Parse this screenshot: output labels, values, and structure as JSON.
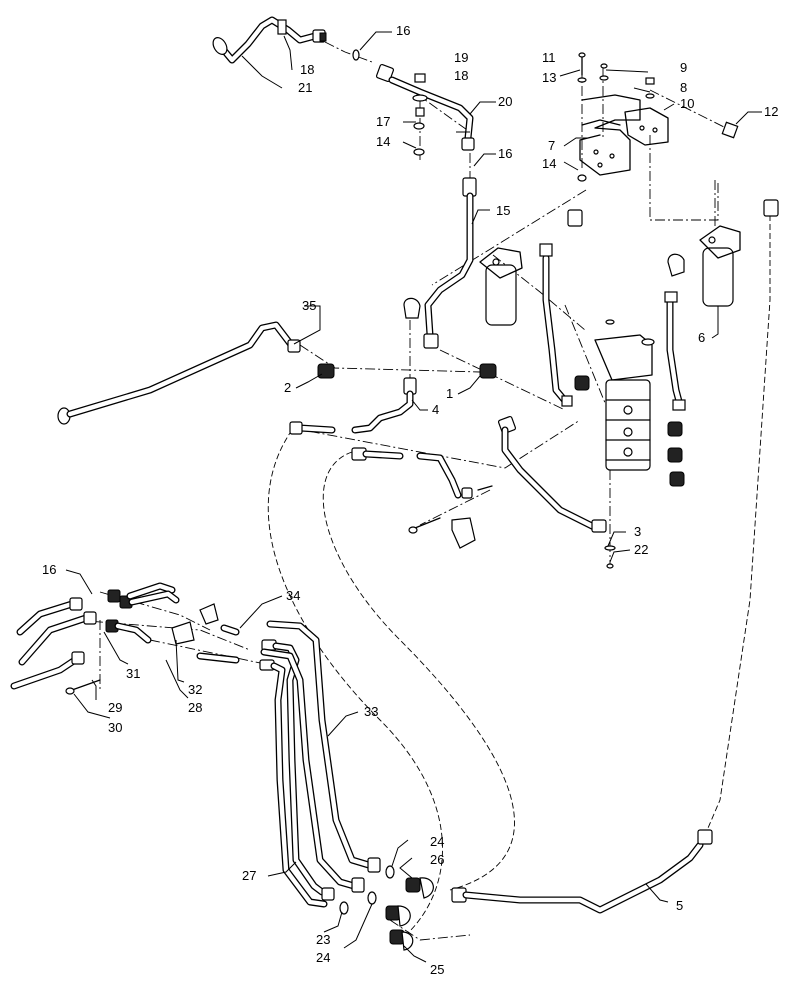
{
  "callouts": [
    {
      "id": "c16a",
      "text": "16"
    },
    {
      "id": "c18a",
      "text": "18"
    },
    {
      "id": "c21",
      "text": "21"
    },
    {
      "id": "c19",
      "text": "19"
    },
    {
      "id": "c18b",
      "text": "18"
    },
    {
      "id": "c20",
      "text": "20"
    },
    {
      "id": "c17",
      "text": "17"
    },
    {
      "id": "c14a",
      "text": "14"
    },
    {
      "id": "c16b",
      "text": "16"
    },
    {
      "id": "c15",
      "text": "15"
    },
    {
      "id": "c11",
      "text": "11"
    },
    {
      "id": "c13",
      "text": "13"
    },
    {
      "id": "c9",
      "text": "9"
    },
    {
      "id": "c8",
      "text": "8"
    },
    {
      "id": "c10",
      "text": "10"
    },
    {
      "id": "c12",
      "text": "12"
    },
    {
      "id": "c7",
      "text": "7"
    },
    {
      "id": "c14b",
      "text": "14"
    },
    {
      "id": "c6",
      "text": "6"
    },
    {
      "id": "c35",
      "text": "35"
    },
    {
      "id": "c2",
      "text": "2"
    },
    {
      "id": "c1",
      "text": "1"
    },
    {
      "id": "c4",
      "text": "4"
    },
    {
      "id": "c3",
      "text": "3"
    },
    {
      "id": "c22",
      "text": "22"
    },
    {
      "id": "c16c",
      "text": "16"
    },
    {
      "id": "c34",
      "text": "34"
    },
    {
      "id": "c31",
      "text": "31"
    },
    {
      "id": "c32",
      "text": "32"
    },
    {
      "id": "c29",
      "text": "29"
    },
    {
      "id": "c28",
      "text": "28"
    },
    {
      "id": "c30",
      "text": "30"
    },
    {
      "id": "c33",
      "text": "33"
    },
    {
      "id": "c24a",
      "text": "24"
    },
    {
      "id": "c26",
      "text": "26"
    },
    {
      "id": "c27",
      "text": "27"
    },
    {
      "id": "c5",
      "text": "5"
    },
    {
      "id": "c23",
      "text": "23"
    },
    {
      "id": "c24b",
      "text": "24"
    },
    {
      "id": "c25",
      "text": "25"
    }
  ]
}
